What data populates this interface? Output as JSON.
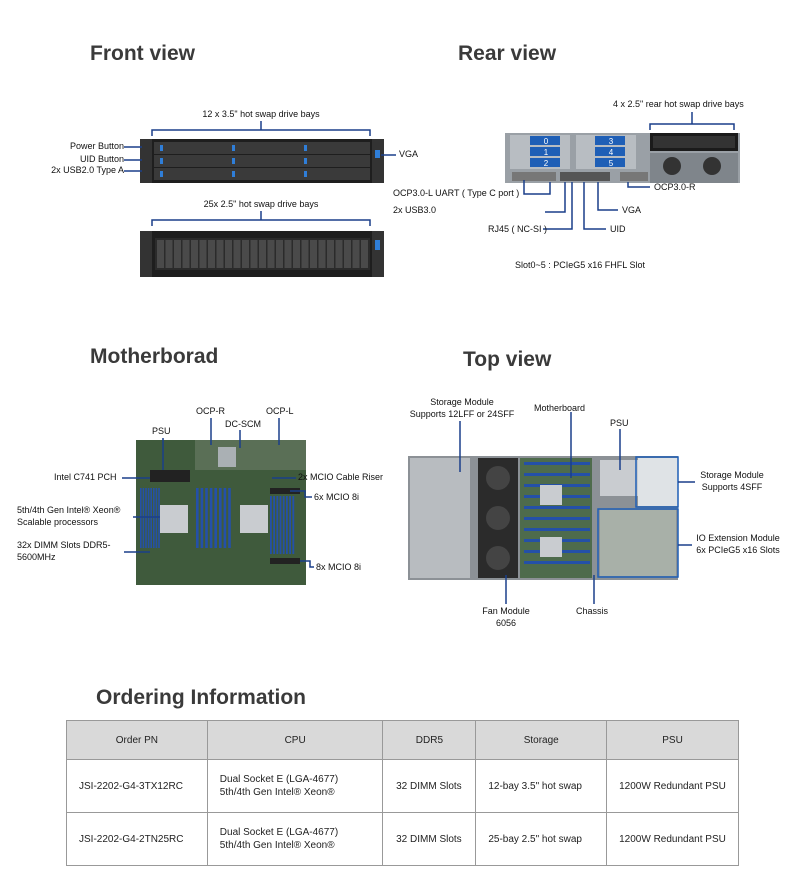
{
  "sections": {
    "front_title": "Front view",
    "rear_title": "Rear view",
    "mb_title": "Motherborad",
    "top_title": "Top view",
    "ordering_title": "Ordering Information"
  },
  "front": {
    "bays12": "12 x 3.5\" hot swap drive bays",
    "power": "Power Button",
    "uid": "UID Button",
    "usb": "2x USB2.0 Type A",
    "vga": "VGA",
    "bays25": "25x 2.5\" hot swap drive bays"
  },
  "rear": {
    "bays": "4 x 2.5\" rear hot swap drive bays",
    "ocp_l": "OCP3.0-L UART ( Type C port )",
    "usb3": "2x USB3.0",
    "ocp_r": "OCP3.0-R",
    "vga": "VGA",
    "rj45": "RJ45 ( NC-SI )",
    "uid": "UID",
    "slots": "Slot0~5 : PCIeG5 x16 FHFL Slot",
    "slot_numbers": [
      "0",
      "1",
      "2",
      "3",
      "4",
      "5"
    ]
  },
  "motherboard": {
    "ocp_r": "OCP-R",
    "ocp_l": "OCP-L",
    "dcscm": "DC-SCM",
    "psu": "PSU",
    "pch": "Intel C741 PCH",
    "cpu_line1": "5th/4th Gen Intel® Xeon®",
    "cpu_line2": "Scalable  processors",
    "dimm_line1": "32x DIMM Slots DDR5-",
    "dimm_line2": "5600MHz",
    "riser": "2x MCIO Cable Riser",
    "mcio6": "6x MCIO 8i",
    "mcio8": "8x MCIO 8i"
  },
  "top": {
    "storage_line1": "Storage Module",
    "storage_line2": "Supports 12LFF or 24SFF",
    "motherboard": "Motherboard",
    "psu": "PSU",
    "sm4_line1": "Storage Module",
    "sm4_line2": "Supports 4SFF",
    "io_line1": "IO Extension Module",
    "io_line2": "6x PCIeG5 x16 Slots",
    "fan_line1": "Fan Module",
    "fan_line2": "6056",
    "chassis": "Chassis"
  },
  "table": {
    "headers": [
      "Order PN",
      "CPU",
      "DDR5",
      "Storage",
      "PSU"
    ],
    "rows": [
      {
        "pn": "JSI-2202-G4-3TX12RC",
        "cpu1": "Dual Socket E (LGA-4677)",
        "cpu2": "5th/4th Gen Intel® Xeon®",
        "ddr": "32 DIMM Slots",
        "storage": "12-bay 3.5\" hot swap",
        "psu": "1200W Redundant PSU"
      },
      {
        "pn": "JSI-2202-G4-2TN25RC",
        "cpu1": "Dual Socket E (LGA-4677)",
        "cpu2": "5th/4th Gen Intel® Xeon®",
        "ddr": "32 DIMM Slots",
        "storage": "25-bay 2.5\" hot swap",
        "psu": "1200W Redundant PSU"
      }
    ]
  },
  "colors": {
    "accent": "#1f5fb6",
    "line": "#1a3f8a",
    "dark": "#1b1b1b",
    "panel": "#2b2b2b"
  }
}
